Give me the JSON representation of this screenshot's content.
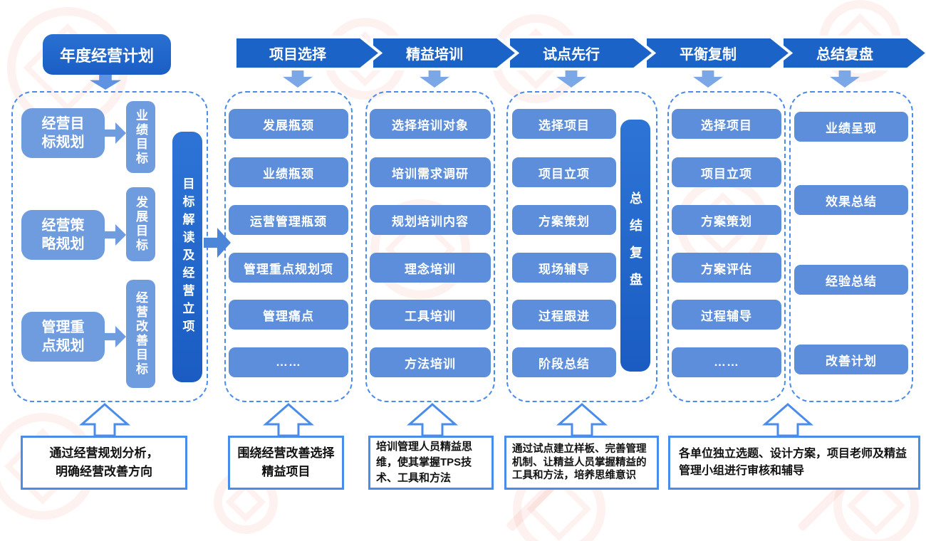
{
  "palette": {
    "primary_blue": "#1c63c8",
    "item_blue": "#5d8edb",
    "soft_blue": "#6f9bdf",
    "light_arrow_blue": "#7ca7e7",
    "dashed_outline_blue": "#4a8ce9"
  },
  "annual_plan": {
    "title": "年度经营计划",
    "rows": [
      {
        "box": "经营目\n标规划",
        "goal": "业绩目标"
      },
      {
        "box": "经营策\n略规划",
        "goal": "发展目标"
      },
      {
        "box": "管理重\n点规划",
        "goal": "经营改善目标"
      }
    ],
    "bar": "目标解读及经营立项",
    "note": "通过经营规划分析，\n明确经营改善方向"
  },
  "phases": [
    {
      "label": "项目选择",
      "items": [
        "发展瓶颈",
        "业绩瓶颈",
        "运营管理瓶颈",
        "管理重点规划项",
        "管理痛点",
        "……"
      ],
      "note": "围绕经营改善选择\n精益项目"
    },
    {
      "label": "精益培训",
      "items": [
        "选择培训对象",
        "培训需求调研",
        "规划培训内容",
        "理念培训",
        "工具培训",
        "方法培训"
      ],
      "note": "培训管理人员精益思维，使其掌握TPS技术、工具和方法"
    },
    {
      "label": "试点先行",
      "items": [
        "选择项目",
        "项目立项",
        "方案策划",
        "现场辅导",
        "过程跟进",
        "阶段总结"
      ],
      "bar": "总结复盘",
      "note": "通过试点建立样板、完善管理机制、让精益人员掌握精益的工具和方法，培养思维意识"
    },
    {
      "label": "平衡复制",
      "items": [
        "选择项目",
        "项目立项",
        "方案策划",
        "方案评估",
        "过程辅导",
        "……"
      ],
      "note": "各单位独立选题、设计方案，项目老师及精益管理小组进行审核和辅导"
    },
    {
      "label": "总结复盘",
      "items": [
        "业绩呈现",
        "效果总结",
        "经验总结",
        "改善计划"
      ]
    }
  ]
}
